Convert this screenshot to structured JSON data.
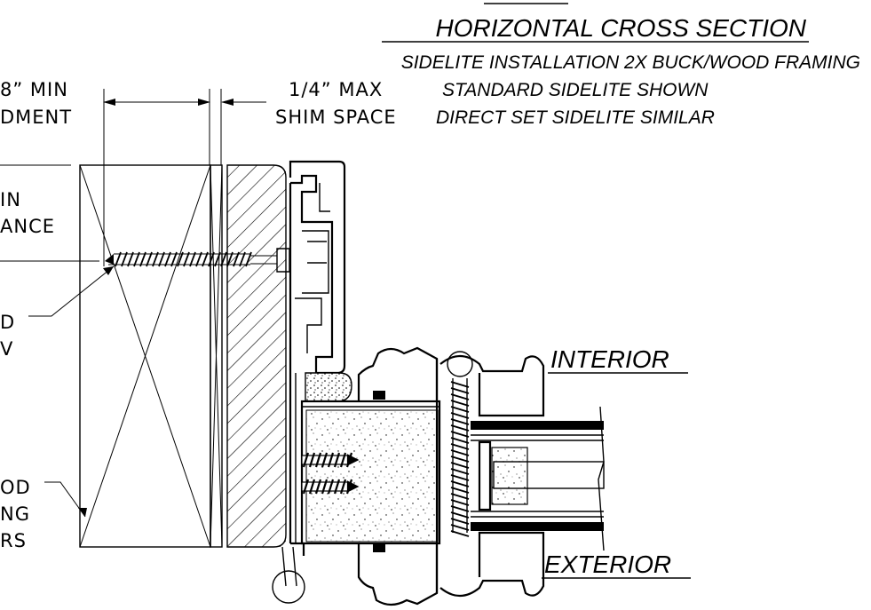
{
  "title": "HORIZONTAL CROSS SECTION",
  "subtitle_lines": [
    "SIDELITE INSTALLATION 2X BUCK/WOOD FRAMING",
    "STANDARD SIDELITE SHOWN",
    "DIRECT SET SIDELITE SIMILAR"
  ],
  "labels": {
    "embedment_line1": "8” MIN",
    "embedment_line2": "DMENT",
    "shim_line1": "1/4” MAX",
    "shim_line2": "SHIM SPACE",
    "clearance_line1": "IN",
    "clearance_line2": "ANCE",
    "screw_line1": "D",
    "screw_line2": "V",
    "framing_line1": "OD",
    "framing_line2": "NG",
    "framing_line3": "RS",
    "interior": "INTERIOR",
    "exterior": "EXTERIOR"
  },
  "colors": {
    "ink": "#000000",
    "paper": "#ffffff"
  },
  "icons": [
    "screw-icon",
    "anchor-screw-icon",
    "dimension-arrow-icon"
  ]
}
